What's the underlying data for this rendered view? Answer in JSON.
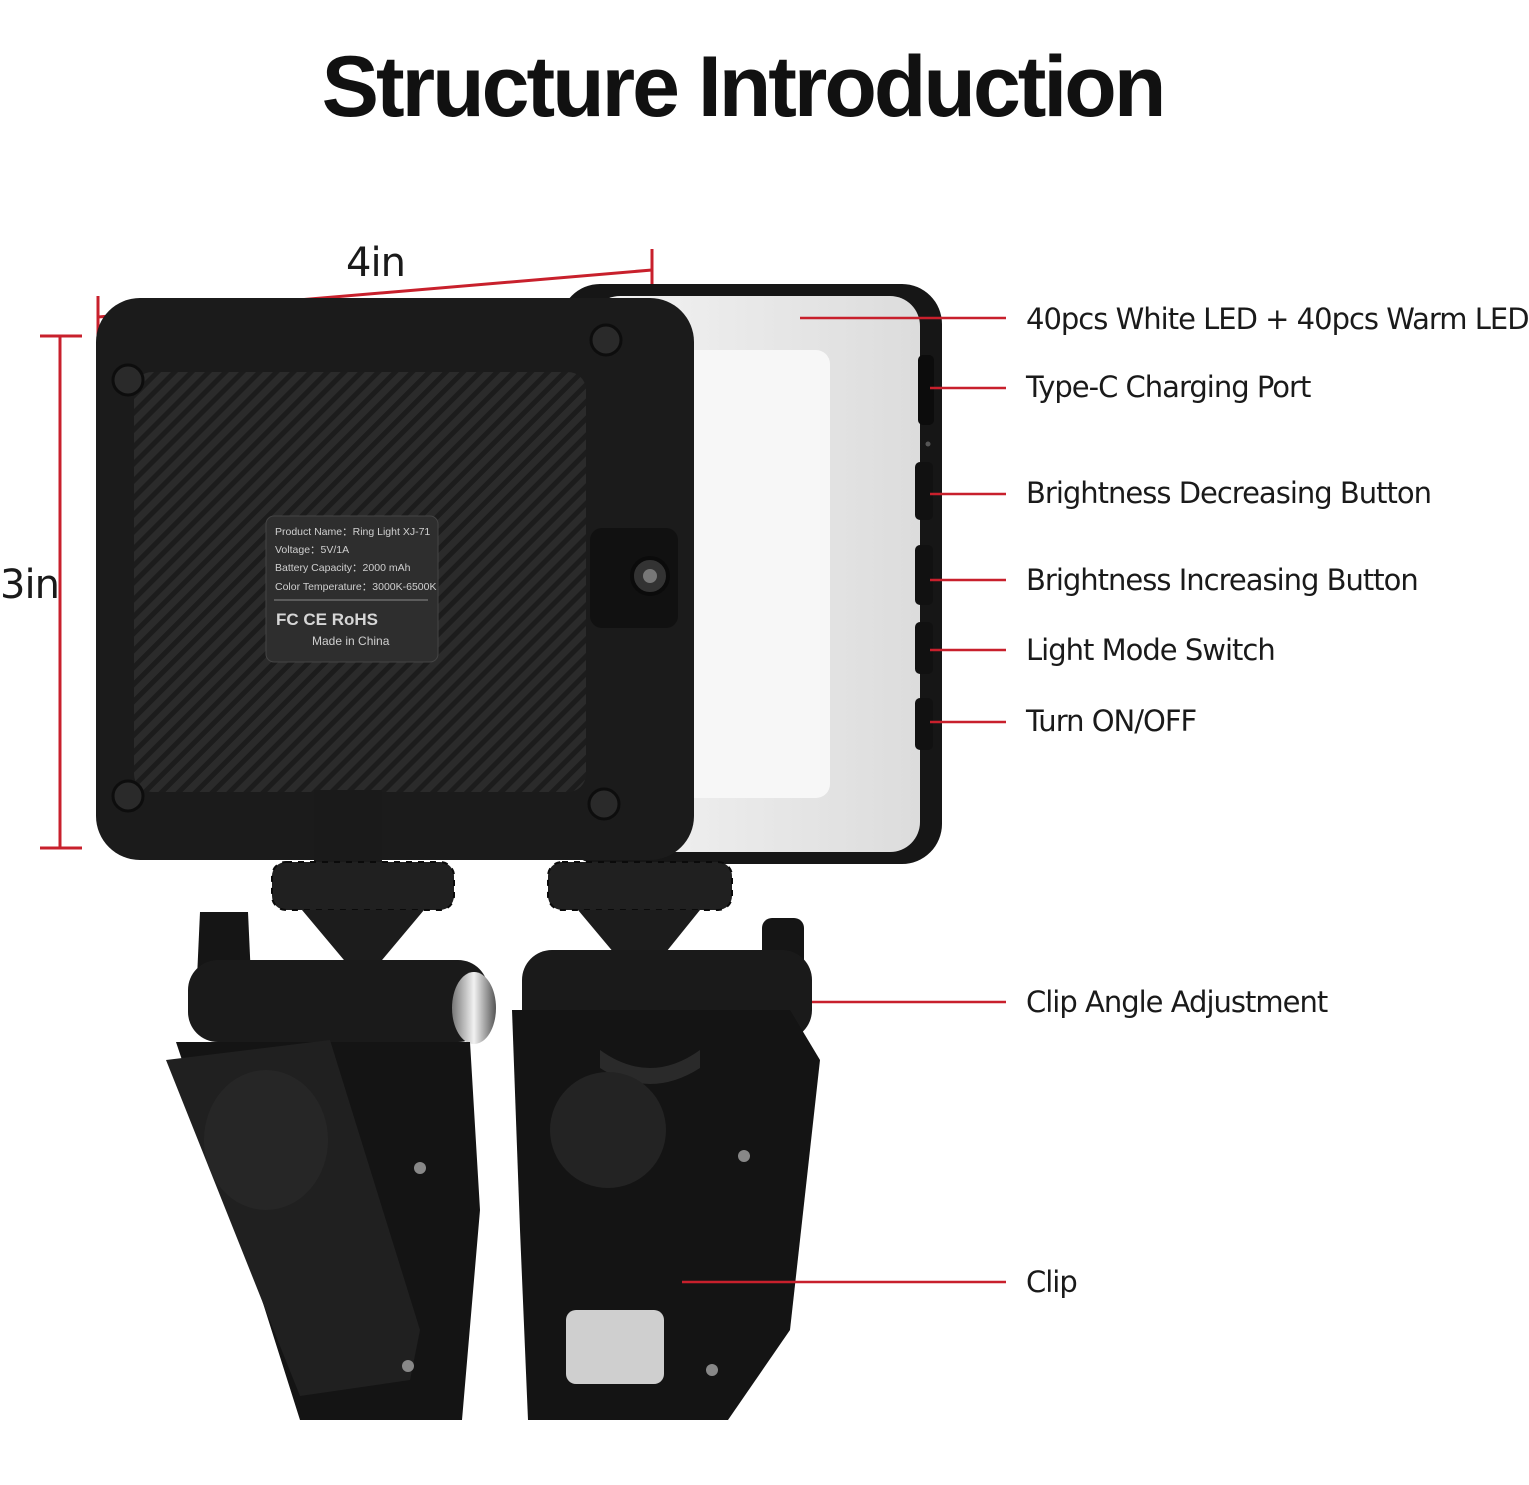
{
  "title": "Structure Introduction",
  "dimensions": {
    "width": "4in",
    "height": "3in"
  },
  "accent_color": "#c8202c",
  "label_plate": {
    "rows": [
      {
        "label": "Product Name：",
        "value": "Ring Light XJ-71"
      },
      {
        "label": "Voltage：",
        "value": "5V/1A"
      },
      {
        "label": "Battery Capacity：",
        "value": "2000 mAh"
      },
      {
        "label": "Color Temperature：",
        "value": "3000K-6500K"
      }
    ],
    "certifications": "FC CE RoHS",
    "origin": "Made in China"
  },
  "callouts": [
    {
      "id": "led",
      "text": "40pcs White LED + 40pcs Warm LED"
    },
    {
      "id": "typec",
      "text": "Type-C Charging Port"
    },
    {
      "id": "bright-down",
      "text": "Brightness Decreasing Button"
    },
    {
      "id": "bright-up",
      "text": "Brightness Increasing Button"
    },
    {
      "id": "mode",
      "text": "Light Mode Switch"
    },
    {
      "id": "power",
      "text": "Turn ON/OFF"
    },
    {
      "id": "clip-angle",
      "text": "Clip Angle Adjustment"
    },
    {
      "id": "clip",
      "text": "Clip"
    }
  ]
}
